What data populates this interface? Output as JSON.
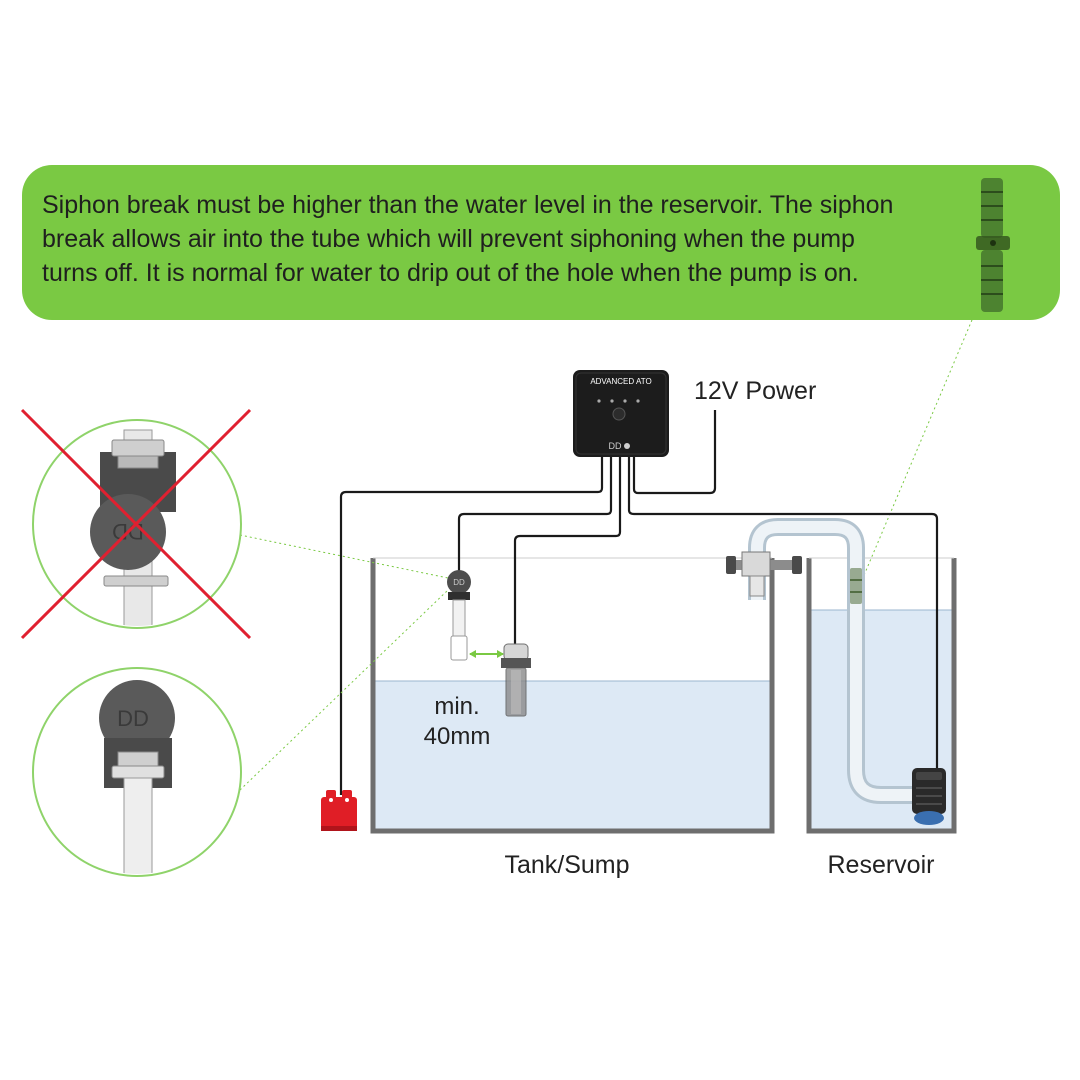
{
  "banner": {
    "lines": [
      "Siphon break must be higher than the water level in the reservoir. The siphon",
      "break allows air into the tube which will prevent siphoning when the pump",
      "turns off. It is normal for water to drip out of the hole when the pump is on."
    ],
    "color": "#7ac943"
  },
  "controller": {
    "brand": "ADVANCED ATO",
    "logo": "DD"
  },
  "labels": {
    "power": "12V Power",
    "min_line1": "min.",
    "min_line2": "40mm",
    "tank": "Tank/Sump",
    "reservoir": "Reservoir"
  },
  "sensor_logo": "DD",
  "colors": {
    "water": "#dde9f5",
    "wall": "#6e6e6e",
    "cross": "#e02030",
    "accent": "#7ac943",
    "alarm": "#e01e26",
    "controller": "#1c1c1c"
  }
}
